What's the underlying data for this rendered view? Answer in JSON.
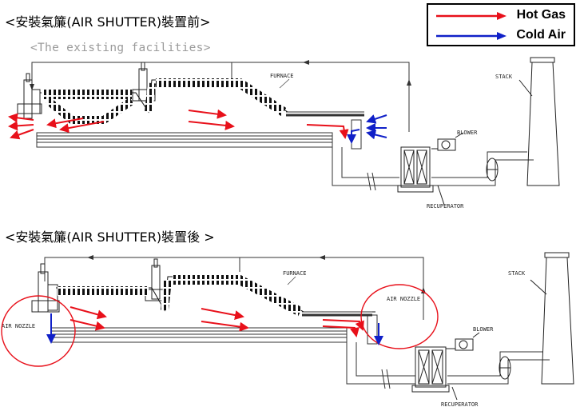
{
  "titles": {
    "before": "<安裝氣簾(AIR SHUTTER)裝置前>",
    "after": "<安裝氣簾(AIR SHUTTER)裝置後 >"
  },
  "subtitle": "<The existing facilities>",
  "legend": {
    "hot_gas": "Hot Gas",
    "cold_air": "Cold Air",
    "hot_color": "#e8101a",
    "cold_color": "#1020c8"
  },
  "labels": {
    "furnace": "FURNACE",
    "stack": "STACK",
    "blower": "BLOWER",
    "recuperator": "RECUPERATOR",
    "air_nozzle": "AIR NOZZLE"
  }
}
